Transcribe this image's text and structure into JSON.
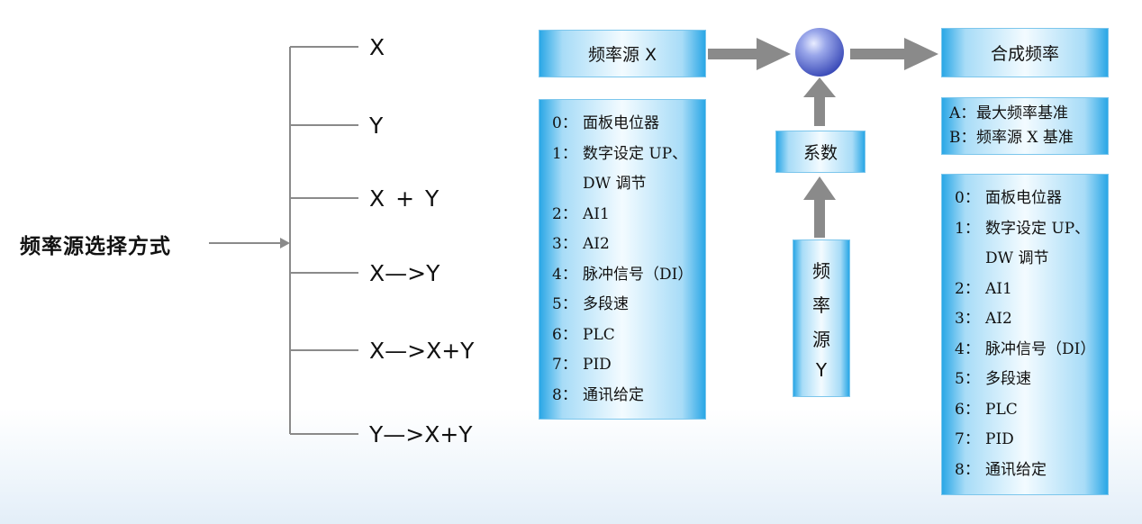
{
  "selection_method": {
    "label": "频率源选择方式",
    "options": [
      "X",
      "Y",
      "X + Y",
      "X—>Y",
      "X—>X+Y",
      "Y—>X+Y"
    ]
  },
  "source_x": {
    "title": "频率源 X",
    "items": [
      {
        "num": "0：",
        "text": "面板电位器"
      },
      {
        "num": "1：",
        "text": "数字设定 UP、"
      },
      {
        "num": "",
        "text": "DW 调节"
      },
      {
        "num": "2：",
        "text": "AI1"
      },
      {
        "num": "3：",
        "text": "AI2"
      },
      {
        "num": "4：",
        "text": "脉冲信号（DI）"
      },
      {
        "num": "5：",
        "text": "多段速"
      },
      {
        "num": "6：",
        "text": "PLC"
      },
      {
        "num": "7：",
        "text": "PID"
      },
      {
        "num": "8：",
        "text": "通讯给定"
      }
    ]
  },
  "coefficient": {
    "label": "系数"
  },
  "source_y": {
    "chars": [
      "频",
      "率",
      "源",
      "Y"
    ]
  },
  "combined": {
    "title": "合成频率",
    "basis": [
      {
        "num": "A：",
        "text": "最大频率基准"
      },
      {
        "num": "B：",
        "text": "频率源 X 基准"
      }
    ],
    "items": [
      {
        "num": "0：",
        "text": "面板电位器"
      },
      {
        "num": "1：",
        "text": "数字设定 UP、"
      },
      {
        "num": "",
        "text": "DW 调节"
      },
      {
        "num": "2：",
        "text": "AI1"
      },
      {
        "num": "3：",
        "text": "AI2"
      },
      {
        "num": "4：",
        "text": "脉冲信号（DI）"
      },
      {
        "num": "5：",
        "text": "多段速"
      },
      {
        "num": "6：",
        "text": "PLC"
      },
      {
        "num": "7：",
        "text": "PID"
      },
      {
        "num": "8：",
        "text": "通讯给定"
      }
    ]
  },
  "colors": {
    "box_edge": "#2aa7e6",
    "box_center": "#f3fbff",
    "arrow": "#8a8a8a",
    "sphere": "#6f7fd6"
  }
}
